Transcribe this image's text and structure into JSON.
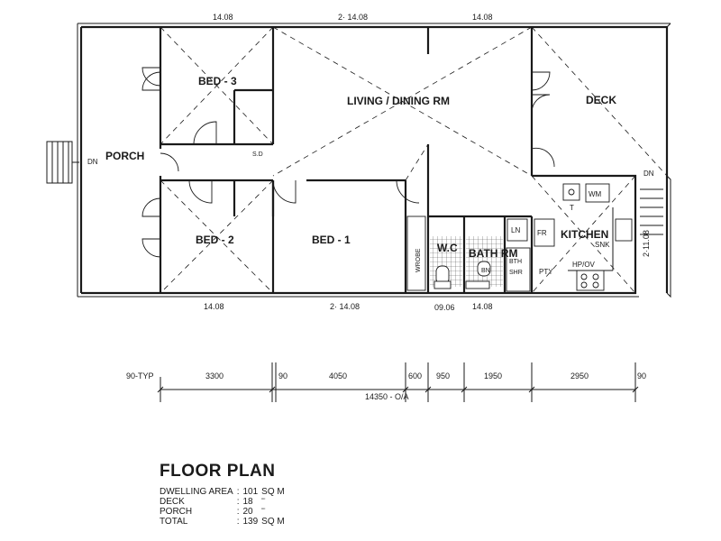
{
  "rooms": {
    "bed3": "BED - 3",
    "living": "LIVING / DINING RM",
    "deck": "DECK",
    "porch": "PORCH",
    "bed2": "BED - 2",
    "bed1": "BED - 1",
    "wc": "W.C",
    "bath": "BATH RM",
    "kitchen": "KITCHEN"
  },
  "labels": {
    "dn_porch": "DN",
    "dn_deck": "DN",
    "sd": "S.D",
    "wm": "WM",
    "t": "T",
    "snk": "SNK",
    "ln": "LN",
    "fr": "FR",
    "bn": "BN",
    "sh_top": "BTH",
    "sh_bottom": "SHR",
    "pty": "PTY",
    "hpov": "HP/OV",
    "wrobe": "WROBE"
  },
  "window_codes": {
    "top_left": "14.08",
    "top_mid": "2· 14.08",
    "top_right": "14.08",
    "bottom_left": "14.08",
    "bottom_mid": "2· 14.08",
    "bottom_wc": "09.06",
    "bottom_right": "14.08",
    "kitchen_side": "2·11.08"
  },
  "dimensions": {
    "items": [
      "90-TYP",
      "3300",
      "90",
      "4050",
      "600",
      "950",
      "1950",
      "2950",
      "90"
    ],
    "overall": "14350 - O/A"
  },
  "legend": {
    "title": "FLOOR PLAN",
    "rows": [
      {
        "label": "DWELLING AREA",
        "sep": ":",
        "value": "101",
        "unit": "SQ M"
      },
      {
        "label": "DECK",
        "sep": ":",
        "value": "18",
        "unit": "\"\""
      },
      {
        "label": "PORCH",
        "sep": ":",
        "value": "20",
        "unit": "\"\""
      },
      {
        "label": "TOTAL",
        "sep": ":",
        "value": "139",
        "unit": "SQ M"
      }
    ]
  }
}
